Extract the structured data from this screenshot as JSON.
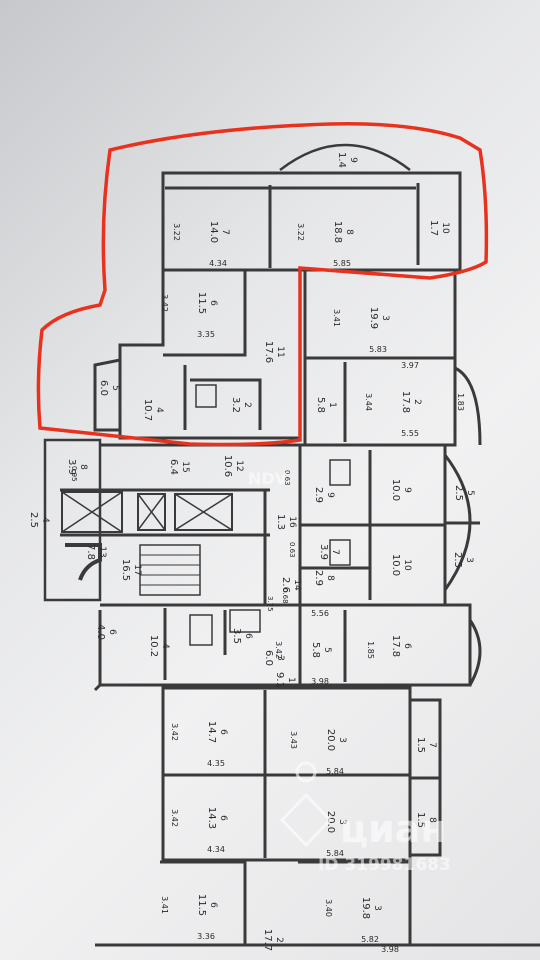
{
  "watermark": {
    "logo_text": "NDV",
    "brand": "циан",
    "listing_id": "ID 319981683"
  },
  "rooms": [
    {
      "id": "r1",
      "number": "7",
      "area": "14.0",
      "dim_side": "3.22",
      "dim_bottom": "4.34"
    },
    {
      "id": "r2",
      "number": "8",
      "area": "18.8",
      "dim_side": "3.22",
      "dim_bottom": "5.85"
    },
    {
      "id": "r3",
      "number": "10",
      "area": "1.7"
    },
    {
      "id": "r4",
      "number": "9",
      "area": "1.4"
    },
    {
      "id": "r5",
      "number": "6",
      "area": "11.5",
      "dim_side": "3.42",
      "dim_bottom": "3.35"
    },
    {
      "id": "r6",
      "number": "3",
      "area": "19.9",
      "dim_side": "3.41",
      "dim_bottom": "5.83"
    },
    {
      "id": "r7",
      "number": "11",
      "area": "17.6"
    },
    {
      "id": "r8",
      "number": "4",
      "area": "10.7"
    },
    {
      "id": "r9",
      "number": "5",
      "area": "6.0"
    },
    {
      "id": "r10",
      "number": "2",
      "area": "3.2"
    },
    {
      "id": "r11",
      "number": "1",
      "area": "5.8"
    },
    {
      "id": "r12",
      "number": "2",
      "area": "17.8",
      "dim_top": "3.97",
      "dim_side": "3.44",
      "dim_bottom": "5.55",
      "dim_right": "1.83"
    },
    {
      "id": "r13",
      "number": "5",
      "area": "2.5"
    },
    {
      "id": "r14",
      "number": "12",
      "area": "10.6"
    },
    {
      "id": "r15",
      "number": "15",
      "area": "6.4"
    },
    {
      "id": "r16",
      "number": "8",
      "area": "3.9"
    },
    {
      "id": "r17",
      "number": "9",
      "area": "2.9"
    },
    {
      "id": "r18",
      "number": "9",
      "area": "10.0"
    },
    {
      "id": "r19",
      "number": "3",
      "area": "2.5"
    },
    {
      "id": "r20",
      "number": "16",
      "area": "1.3"
    },
    {
      "id": "r21",
      "number": "7",
      "area": "3.9"
    },
    {
      "id": "r22",
      "number": "8",
      "area": "2.9"
    },
    {
      "id": "r23",
      "number": "10",
      "area": "10.0"
    },
    {
      "id": "r24",
      "number": "4",
      "area": "2.5"
    },
    {
      "id": "r25",
      "number": "13",
      "area": "7.8"
    },
    {
      "id": "r26",
      "number": "14",
      "area": "2.6"
    },
    {
      "id": "r27",
      "number": "17",
      "area": "16.5"
    },
    {
      "id": "r28",
      "number": "6",
      "area": "4.0"
    },
    {
      "id": "r29",
      "number": "4",
      "area": "10.2"
    },
    {
      "id": "r30",
      "number": "6",
      "area": "3.5"
    },
    {
      "id": "r31",
      "number": "3",
      "area": "6.0"
    },
    {
      "id": "r32",
      "number": "5",
      "area": "5.8",
      "dim_side": "3.42",
      "dim_top": "5.56",
      "dim_bottom": "3.98",
      "dim_right": "1.85"
    },
    {
      "id": "r33",
      "number": "6",
      "area": "17.8"
    },
    {
      "id": "r34",
      "number": "1",
      "area": "9.1"
    },
    {
      "id": "r35",
      "number": "6",
      "area": "14.7",
      "dim_side": "3.42",
      "dim_bottom": "4.35"
    },
    {
      "id": "r36",
      "number": "3",
      "area": "20.0",
      "dim_side": "3.43",
      "dim_bottom": "5.84"
    },
    {
      "id": "r37",
      "number": "7",
      "area": "1.5"
    },
    {
      "id": "r38",
      "number": "6",
      "area": "14.3",
      "dim_side": "3.42",
      "dim_bottom": "4.34"
    },
    {
      "id": "r39",
      "number": "3",
      "area": "20.0",
      "dim_bottom": "5.84"
    },
    {
      "id": "r40",
      "number": "8",
      "area": "1.5"
    },
    {
      "id": "r41",
      "number": "6",
      "area": "11.5",
      "dim_side": "3.41",
      "dim_bottom": "3.36"
    },
    {
      "id": "r42",
      "number": "2",
      "area": "17.7"
    },
    {
      "id": "r43",
      "number": "3",
      "area": "19.8",
      "dim_side": "3.40",
      "dim_bottom": "5.82",
      "dim_extra": "3.98"
    }
  ],
  "misc_labels": [
    "0.95",
    "0.63",
    "0.68",
    "0.63",
    "3.75"
  ],
  "colors": {
    "highlight": "#e8321e",
    "walls": "#3a3a3a",
    "paper": "#eeeeef"
  }
}
